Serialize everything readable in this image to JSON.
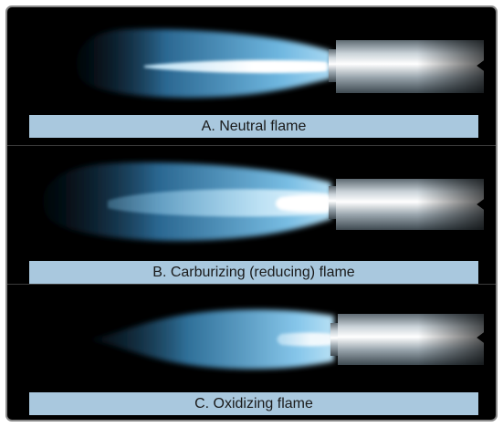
{
  "flames": [
    {
      "id": "a",
      "label": "A. Neutral flame"
    },
    {
      "id": "b",
      "label": "B. Carburizing (reducing) flame"
    },
    {
      "id": "c",
      "label": "C. Oxidizing flame"
    }
  ],
  "colors": {
    "background": "#000000",
    "label_bar": "#a9c8de",
    "flame_blue": "#5aa6d6",
    "flame_core": "#ffffff",
    "tip_metal": "#b8c2c8"
  }
}
